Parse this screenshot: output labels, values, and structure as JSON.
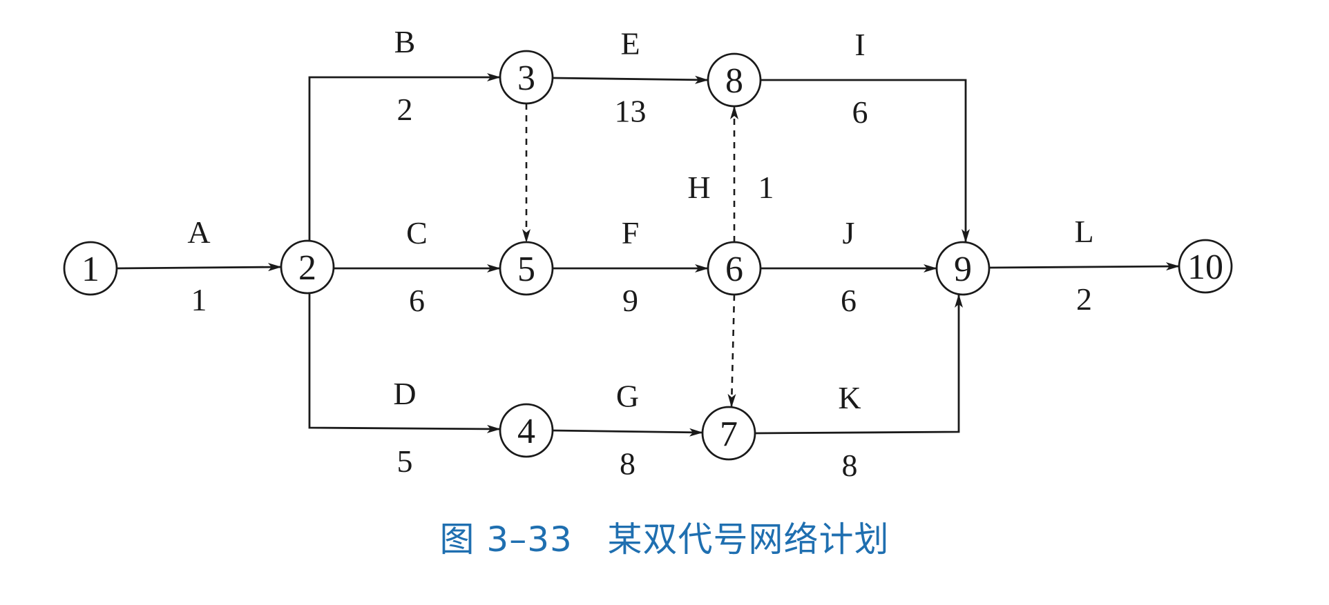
{
  "diagram": {
    "type": "activity-on-arrow network",
    "nodes": [
      {
        "id": "1",
        "label": "1"
      },
      {
        "id": "2",
        "label": "2"
      },
      {
        "id": "3",
        "label": "3"
      },
      {
        "id": "4",
        "label": "4"
      },
      {
        "id": "5",
        "label": "5"
      },
      {
        "id": "6",
        "label": "6"
      },
      {
        "id": "7",
        "label": "7"
      },
      {
        "id": "8",
        "label": "8"
      },
      {
        "id": "9",
        "label": "9"
      },
      {
        "id": "10",
        "label": "10"
      }
    ],
    "activities": [
      {
        "name": "A",
        "from": "1",
        "to": "2",
        "duration": "1"
      },
      {
        "name": "B",
        "from": "2",
        "to": "3",
        "duration": "2"
      },
      {
        "name": "C",
        "from": "2",
        "to": "5",
        "duration": "6"
      },
      {
        "name": "D",
        "from": "2",
        "to": "4",
        "duration": "5"
      },
      {
        "name": "E",
        "from": "3",
        "to": "8",
        "duration": "13"
      },
      {
        "name": "F",
        "from": "5",
        "to": "6",
        "duration": "9"
      },
      {
        "name": "G",
        "from": "4",
        "to": "7",
        "duration": "8"
      },
      {
        "name": "H",
        "from": "6",
        "to": "8",
        "duration": "1",
        "dashed": true
      },
      {
        "name": "I",
        "from": "8",
        "to": "9",
        "duration": "6"
      },
      {
        "name": "J",
        "from": "6",
        "to": "9",
        "duration": "6"
      },
      {
        "name": "K",
        "from": "7",
        "to": "9",
        "duration": "8"
      },
      {
        "name": "L",
        "from": "9",
        "to": "10",
        "duration": "2"
      }
    ],
    "dummies": [
      {
        "from": "3",
        "to": "5"
      },
      {
        "from": "6",
        "to": "7"
      }
    ]
  },
  "caption": "图 3–33   某双代号网络计划",
  "colors": {
    "ink": "#1a1a1a",
    "caption": "#1f6fb0"
  }
}
